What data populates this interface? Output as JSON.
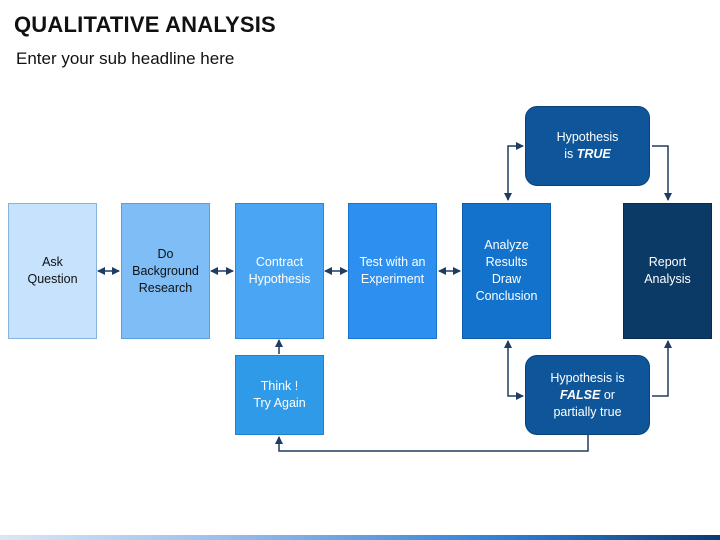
{
  "header": {
    "title": "QUALITATIVE ANALYSIS",
    "subtitle": "Enter your sub headline here"
  },
  "colors": {
    "ask": "#c6e2fd",
    "research": "#7fbdf6",
    "contract": "#4aa6f4",
    "test": "#2d8ff0",
    "analyze": "#1272cc",
    "report": "#0c3a66",
    "hypothesis": "#0e5699",
    "think": "#2e9ae8",
    "line": "#1f3c62"
  },
  "nodes": {
    "ask": {
      "lines": [
        "Ask",
        "Question"
      ]
    },
    "research": {
      "lines": [
        "Do",
        "Background",
        "Research"
      ]
    },
    "contract": {
      "lines": [
        "Contract",
        "Hypothesis"
      ]
    },
    "test": {
      "lines": [
        "Test with an",
        "Experiment"
      ]
    },
    "analyze": {
      "lines": [
        "Analyze",
        "Results",
        "Draw",
        "Conclusion"
      ]
    },
    "report": {
      "lines": [
        "Report",
        "Analysis"
      ]
    },
    "think": {
      "lines": [
        "Think !",
        "Try Again"
      ]
    },
    "true_box": {
      "line1": "Hypothesis",
      "line2_prefix": "is ",
      "line2_emph": "TRUE"
    },
    "false_box": {
      "line1": "Hypothesis is",
      "line2_emph": "FALSE",
      "line2_suffix": " or",
      "line3": "partially true"
    }
  }
}
